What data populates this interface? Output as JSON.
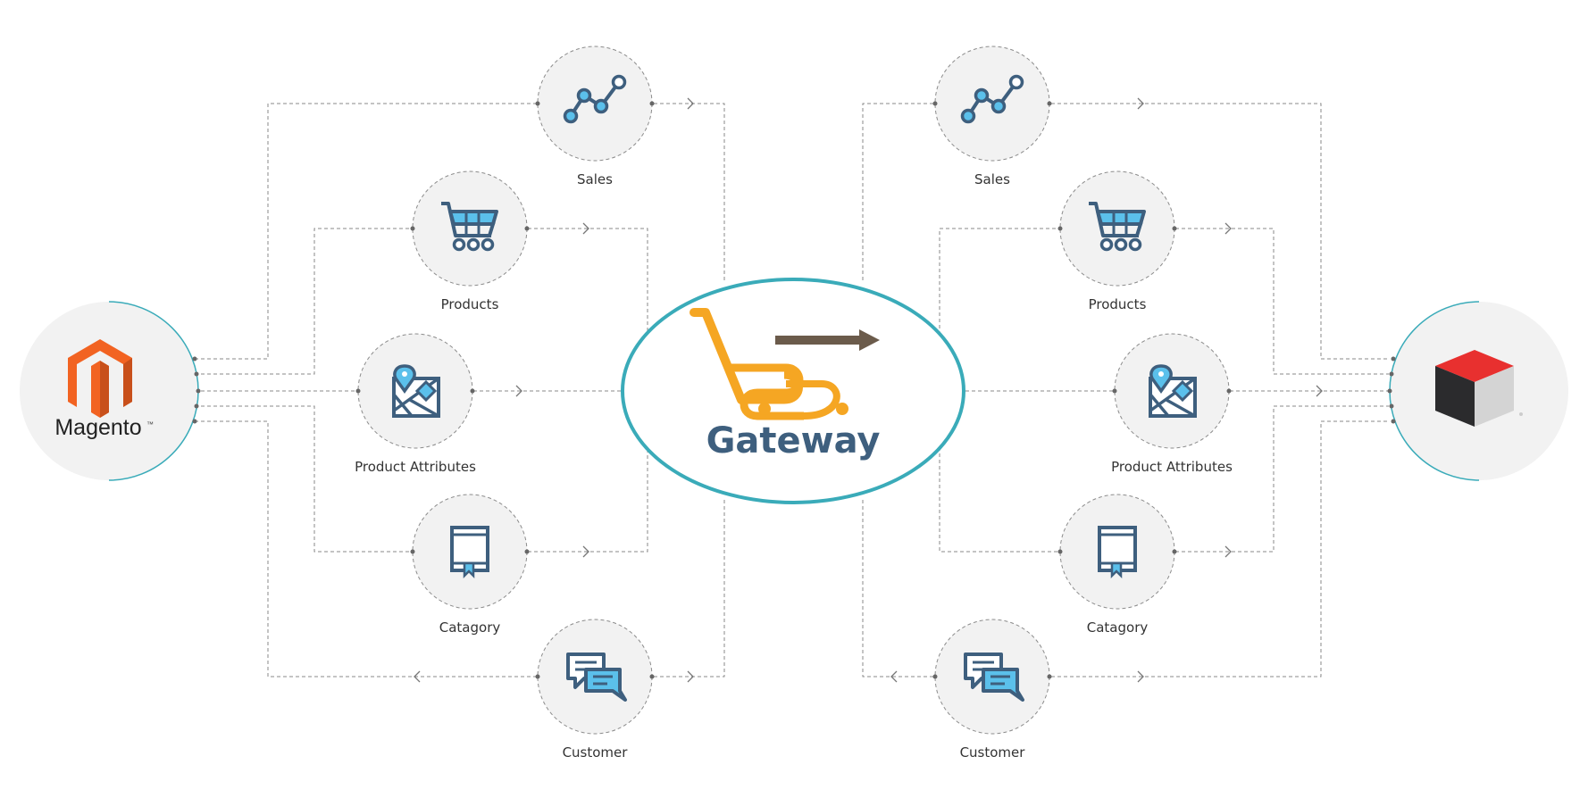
{
  "center": {
    "title": "Gateway"
  },
  "left_system": {
    "name": "Magento",
    "trademark": "™"
  },
  "right_system": {
    "name": ""
  },
  "left_nodes": {
    "sales": "Sales",
    "products": "Products",
    "attributes": "Product Attributes",
    "category": "Catagory",
    "customer": "Customer"
  },
  "right_nodes": {
    "sales": "Sales",
    "products": "Products",
    "attributes": "Product Attributes",
    "category": "Catagory",
    "customer": "Customer"
  },
  "colors": {
    "teal": "#3aabb9",
    "orange": "#f5a623",
    "magento_orange": "#f26322",
    "icon_dark": "#3e5f7e",
    "icon_light": "#5bc0eb",
    "cube_red": "#e8302f",
    "cube_dark": "#2b2b2d"
  }
}
